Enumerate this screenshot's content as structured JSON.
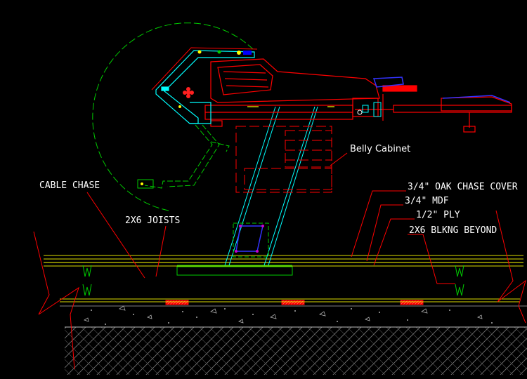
{
  "labels": {
    "cable_chase": "CABLE CHASE",
    "joists": "2X6 JOISTS",
    "belly_cabinet": "Belly Cabinet",
    "oak_cover": "3/4\" OAK CHASE COVER",
    "mdf": "3/4\" MDF",
    "ply": "1/2\" PLY",
    "blocking": "2X6 BLKNG BEYOND"
  },
  "colors": {
    "background": "#000000",
    "structure": "#ff0000",
    "pedestal": "#00ffff",
    "arc": "#00cc00",
    "accent": "#ffff00",
    "leader": "#ff0000",
    "armrest": "#0000ff",
    "insert": "#8800cc"
  }
}
